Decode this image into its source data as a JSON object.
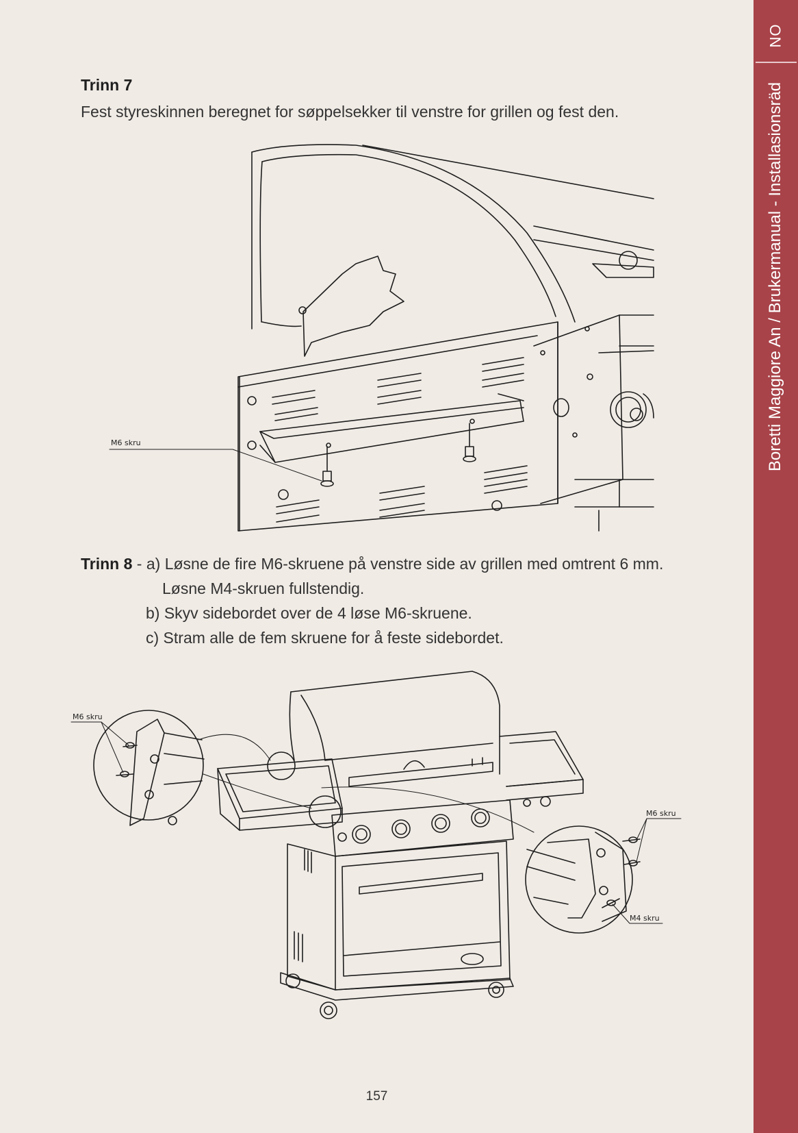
{
  "sidebar": {
    "lang": "NO",
    "title": "Boretti Maggiore An / Brukermanual - Installasionsräd",
    "color": "#a84349"
  },
  "step7": {
    "heading": "Trinn 7",
    "text": "Fest styreskinnen beregnet for søppelsekker til venstre for grillen og fest den.",
    "label_m6": "M6 skru"
  },
  "step8": {
    "heading": "Trinn 8",
    "a_prefix": " - a) ",
    "a_line1": "Løsne de fire M6-skruene på venstre side av grillen med omtrent 6 mm.",
    "a_line2": "Løsne M4-skruen fullstendig.",
    "b": "b) Skyv sidebordet over de 4 løse M6-skruene.",
    "c": "c) Stram alle de fem skruene for å feste sidebordet.",
    "label_m6_left": "M6 skru",
    "label_m6_right": "M6 skru",
    "label_m4": "M4 skru"
  },
  "page_number": "157"
}
